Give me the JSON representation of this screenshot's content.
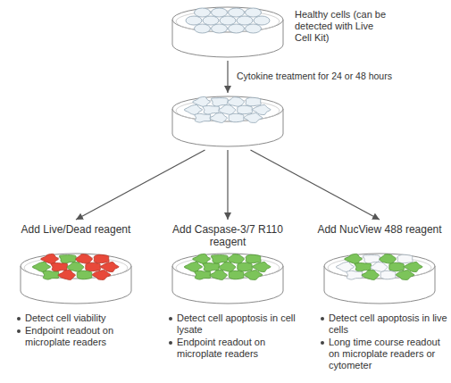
{
  "diagram": {
    "nodes": [
      {
        "text": [
          "Healthy cells (can be detected with Live Cell Kit)"
        ]
      },
      {
        "text": []
      },
      {
        "text": [
          "Add Live/Dead reagent",
          "Detect cell viability",
          "Endpoint readout on microplate readers"
        ]
      },
      {
        "text": [
          "Add Caspase-3/7 R110 reagent",
          "Detect cell apoptosis in cell lysate",
          "Endpoint readout on microplate readers"
        ]
      },
      {
        "text": [
          "Add NucView 488 reagent",
          "Detect cell apoptosis in live cells",
          "Long time course readout on microplate readers or cytometer"
        ]
      }
    ],
    "edges": [
      {
        "from": 0,
        "to": 1,
        "arrow": "to",
        "label": "Cytokine treatment for 24 or 48 hours"
      },
      {
        "from": 1,
        "to": 2,
        "arrow": "to"
      },
      {
        "from": 1,
        "to": 3,
        "arrow": "to"
      },
      {
        "from": 1,
        "to": 4,
        "arrow": "to"
      }
    ]
  }
}
